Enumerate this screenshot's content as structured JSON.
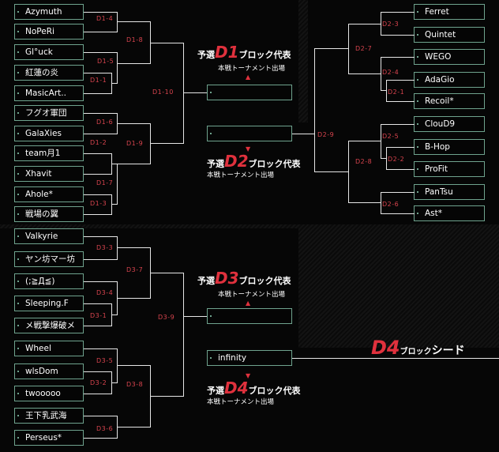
{
  "teams": {
    "d1": [
      "Azymuth",
      "NoPeRi",
      "Gl°uck",
      "紅蓮の炎",
      "MasicArt..",
      "フグオ軍団",
      "GalaXies",
      "team月1",
      "Xhavit",
      "Ahole*",
      "戦場の翼"
    ],
    "d2": [
      "Ferret",
      "Quintet",
      "WEGO",
      "AdaGio",
      "Recoil*",
      "ClouD9",
      "B-Hop",
      "ProFit",
      "PanTsu",
      "Ast*"
    ],
    "d3": [
      "Valkyrie",
      "ヤン坊マー坊",
      "(;≧Д≦)",
      "Sleeping.F",
      "メ戦撃爆破メ",
      "Wheel",
      "wlsDom",
      "twooooo",
      "王下乳武海",
      "Perseus*"
    ]
  },
  "matches": {
    "d1": [
      "D1-4",
      "D1-5",
      "D1-1",
      "D1-8",
      "D1-10",
      "D1-6",
      "D1-2",
      "D1-9",
      "D1-7",
      "D1-3"
    ],
    "d2": [
      "D2-3",
      "D2-7",
      "D2-4",
      "D2-1",
      "D2-9",
      "D2-5",
      "D2-2",
      "D2-8",
      "D2-6"
    ],
    "d3": [
      "D3-3",
      "D3-7",
      "D3-4",
      "D3-1",
      "D3-9",
      "D3-5",
      "D3-2",
      "D3-8",
      "D3-6"
    ]
  },
  "blocks": {
    "d1": {
      "prefix": "予選",
      "code": "D1",
      "suffix": "ブロック代表",
      "sub": "本戦トーナメント出場"
    },
    "d2": {
      "prefix": "予選",
      "code": "D2",
      "suffix": "ブロック代表",
      "sub": "本戦トーナメント出場"
    },
    "d3": {
      "prefix": "予選",
      "code": "D3",
      "suffix": "ブロック代表",
      "sub": "本戦トーナメント出場"
    },
    "d4": {
      "prefix": "予選",
      "code": "D4",
      "suffix": "ブロック代表",
      "sub": "本戦トーナメント出場"
    }
  },
  "seed": {
    "code": "D4",
    "suffix": "ブロック",
    "word": "シード",
    "team": "infinity"
  },
  "winner_slots": {
    "d1": "",
    "d2": "",
    "d3": "",
    "d4": "infinity"
  },
  "colors": {
    "line": "#e6e6e6",
    "match_label": "#d8444e",
    "block_accent": "#e0313d",
    "box_border": "#6fa38e"
  }
}
